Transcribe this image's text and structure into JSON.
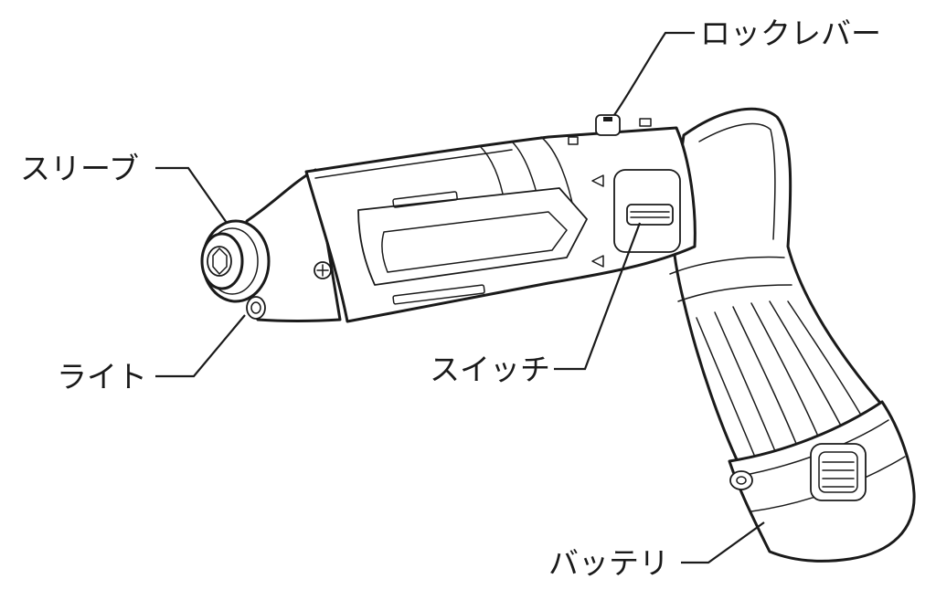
{
  "labels": {
    "lock_lever": "ロックレバー",
    "sleeve": "スリーブ",
    "light": "ライト",
    "switch": "スイッチ",
    "battery": "バッテリ"
  },
  "colors": {
    "line": "#1a1a1a",
    "background": "#ffffff"
  }
}
